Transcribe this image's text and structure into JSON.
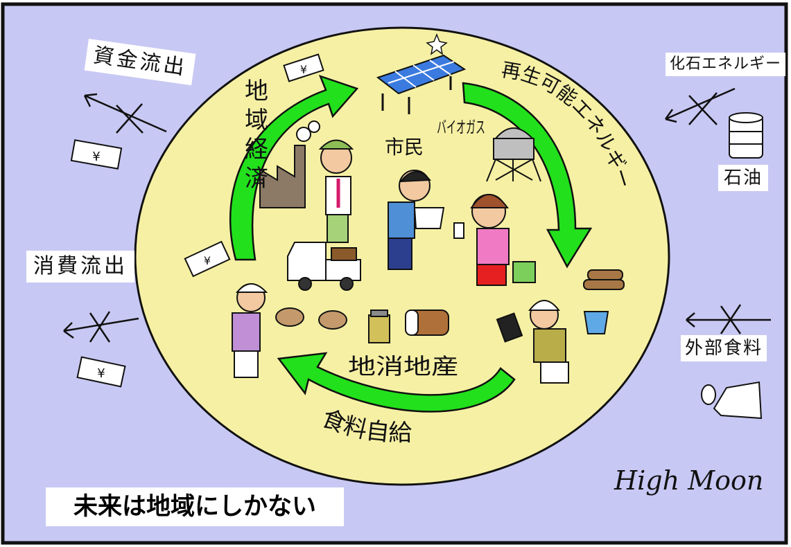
{
  "labels": {
    "capital_outflow": "資金流出",
    "consumption_outflow": "消費流出",
    "fossil_energy": "化石エネルギー",
    "petroleum": "石油",
    "external_food": "外部食料",
    "local_economy": "地域経済",
    "renewable_energy": "再生可能エネルギー",
    "citizens": "市民",
    "biogas": "バイオガス",
    "local_production": "地消地産",
    "food_self_sufficiency": "食料自給",
    "yen_mark": "¥"
  },
  "headline": "未来は地域にしかない",
  "signature": "High Moon",
  "colors": {
    "background": "#c8c8f4",
    "circle": "#f6f0a4",
    "arrow": "#22e01c",
    "outline": "#111111"
  }
}
